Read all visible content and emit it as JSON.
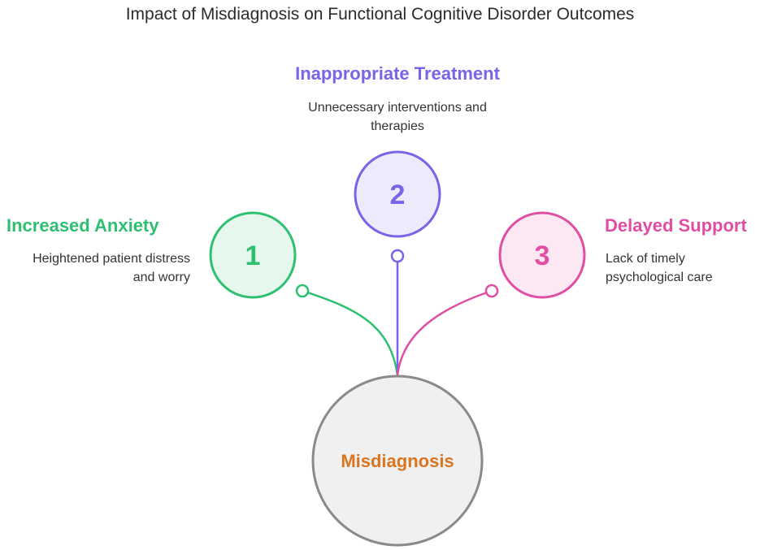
{
  "title": "Impact of Misdiagnosis on Functional Cognitive Disorder Outcomes",
  "center": {
    "label": "Misdiagnosis",
    "color": "#d9751f",
    "fill": "#f1f0f0",
    "stroke": "#8a8a8a"
  },
  "items": [
    {
      "number": "1",
      "heading": "Increased Anxiety",
      "description_line1": "Heightened patient distress",
      "description_line2": "and worry",
      "color": "#2fbf71",
      "fill": "#e6f8ee"
    },
    {
      "number": "2",
      "heading": "Inappropriate Treatment",
      "description_line1": "Unnecessary interventions and",
      "description_line2": "therapies",
      "color": "#7a63e6",
      "fill": "#eeeafc"
    },
    {
      "number": "3",
      "heading": "Delayed Support",
      "description_line1": "Lack of timely",
      "description_line2": "psychological care",
      "color": "#df4ea3",
      "fill": "#fbe8f3"
    }
  ]
}
